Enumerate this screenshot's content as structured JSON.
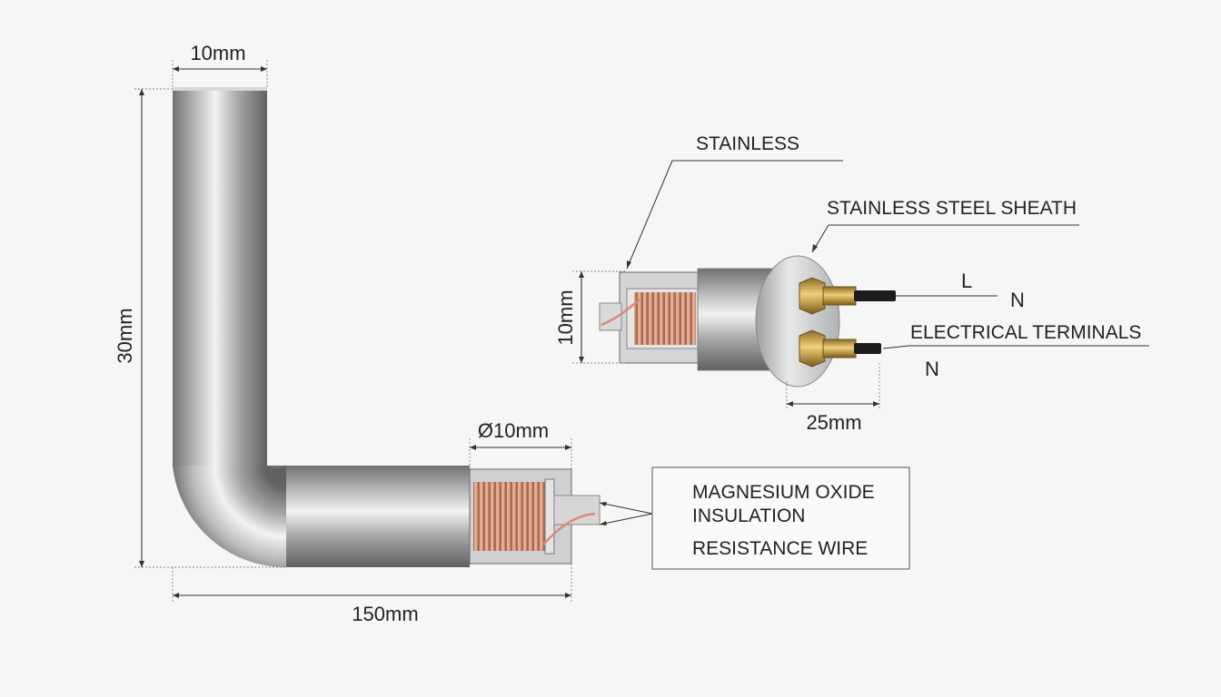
{
  "dimensions": {
    "top_width": "10mm",
    "height": "30mm",
    "length": "150mm",
    "end_diameter": "Ø10mm",
    "detail_diameter": "10mm",
    "terminal_length": "25mm"
  },
  "callouts": {
    "stainless": "STAINLESS",
    "sheath": "STAINLESS STEEL SHEATH",
    "terminals": "ELECTRICAL TERMINALS",
    "terminal_l": "L",
    "terminal_n1": "N",
    "terminal_n2": "N"
  },
  "legend_box": {
    "line1": "MAGNESIUM OXIDE",
    "line2": "INSULATION",
    "line3": "RESISTANCE WIRE"
  },
  "colors": {
    "steel_dark": "#6f7173",
    "steel_light": "#f2f2f2",
    "copper": "#c98a6e",
    "brass": "#c9a040"
  }
}
